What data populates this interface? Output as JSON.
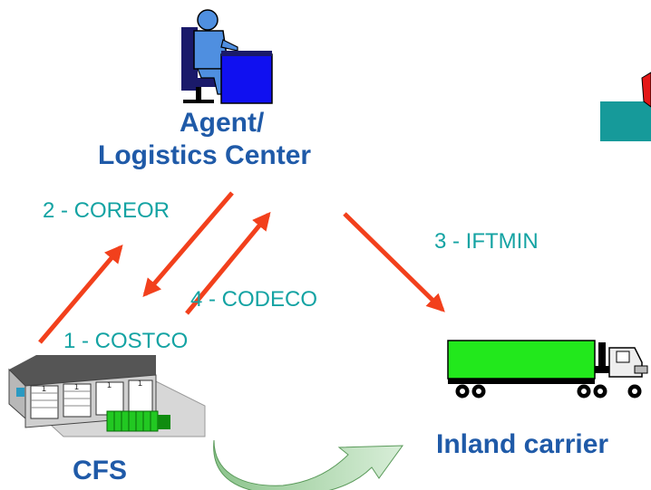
{
  "nodes": {
    "agent": {
      "line1": "Agent/",
      "line2": "Logistics Center"
    },
    "cfs": {
      "label": "CFS"
    },
    "carrier": {
      "label": "Inland carrier"
    }
  },
  "messages": {
    "m1": "1 - COSTCO",
    "m2": "2 - COREOR",
    "m3": "3 - IFTMIN",
    "m4": "4 - CODECO"
  },
  "warehouse_doors": [
    "1",
    "1",
    "1",
    "1"
  ],
  "colors": {
    "title_blue": "#1f5aa8",
    "message_teal": "#14a3a3",
    "arrow_red": "#f2401c",
    "truck_green": "#22e81c",
    "agent_blue": "#1010f0"
  }
}
